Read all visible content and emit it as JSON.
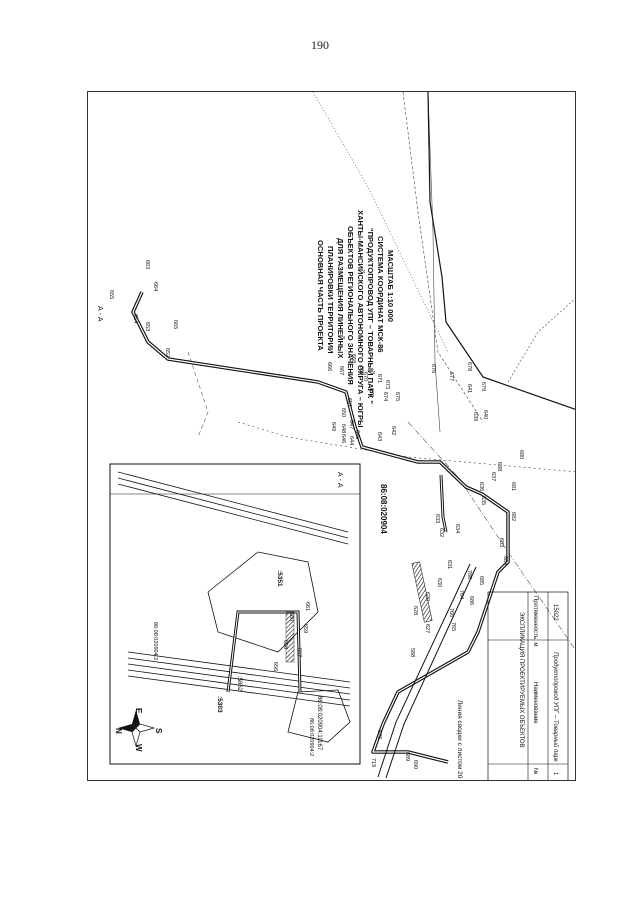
{
  "page": {
    "number": "190"
  },
  "title_block": {
    "lines": [
      "ОСНОВНАЯ ЧАСТЬ ПРОЕКТА",
      "ПЛАНИРОВКИ ТЕРРИТОРИИ",
      "ДЛЯ РАЗМЕЩЕНИЯ ЛИНЕЙНЫХ",
      "ОБЪЕКТОВ РЕГИОНАЛЬНОГО ЗНАЧЕНИЯ",
      "ХАНТЫ-МАНСИЙСКОГО АВТОНОМНОГО ОКРУГА – ЮГРЫ",
      "\"ПРОДУКТОПРОВОД УПГ – ТОВАРНЫЙ ПАРК \"",
      "СИСТЕМА КООРДИНАТ МСК-86",
      "МАСШТАБ 1:10 000"
    ]
  },
  "cadastral": {
    "main": "86:08:020904"
  },
  "inset": {
    "section_label": "А - А",
    "parcel_1": ":5351",
    "parcel_2": ":5303",
    "parcel_3": ":5862",
    "cad_label": "86:08:020904:11167",
    "road_1": "86:08:020904:2",
    "road_2": "86:08:020904:2",
    "compass": {
      "n": "N",
      "s": "S",
      "e": "E",
      "w": "W"
    },
    "points": [
      "661",
      "660",
      "659",
      "658",
      "657",
      "656"
    ]
  },
  "section_marker": "А - А",
  "route_points": [
    "719",
    "626",
    "689",
    "690",
    "588",
    "627",
    "628",
    "629",
    "630",
    "631",
    "632",
    "633",
    "634",
    "635",
    "636",
    "637",
    "638",
    "639",
    "640",
    "641",
    "642",
    "643",
    "644",
    "645",
    "646",
    "647",
    "648",
    "649",
    "650",
    "651",
    "652",
    "653",
    "654",
    "655",
    "663",
    "664",
    "665",
    "666",
    "667",
    "668",
    "669",
    "670",
    "671",
    "672",
    "673",
    "674",
    "675",
    "676",
    "677",
    "678",
    "679",
    "680",
    "681",
    "682",
    "683",
    "684",
    "685",
    "686",
    "764",
    "765",
    "766",
    "786"
  ],
  "legend": {
    "title": "ЭКСПЛИКАЦИЯ ПРОЕКТИРУЕМЫХ ОБЪЕКТОВ",
    "col_no": "№",
    "col_name": "Наименование",
    "col_length": "Протяженность, м",
    "row_no": "1",
    "row_name": "Продуктопровод УПГ – Товарный парк",
    "row_length": "15022"
  },
  "sheet_link": "Линия сводки с листом 20"
}
